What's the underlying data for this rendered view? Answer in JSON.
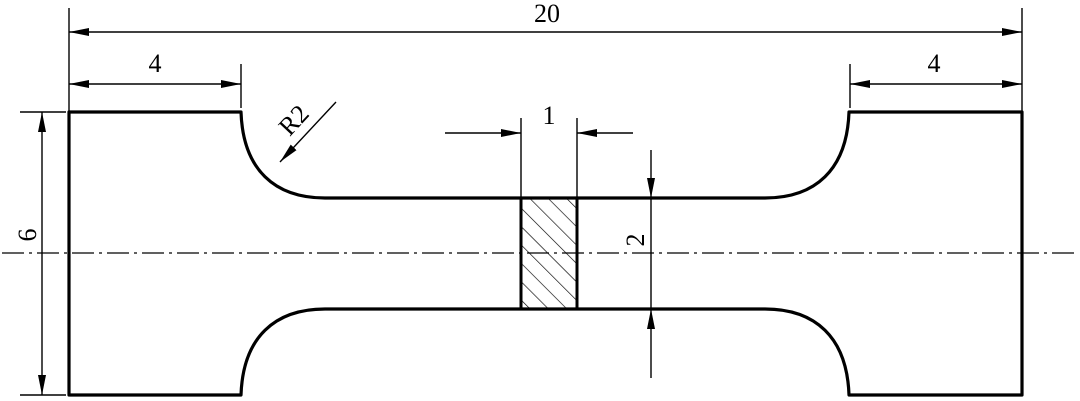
{
  "dimensions": {
    "overall_length": "20",
    "left_grip_length": "4",
    "right_grip_length": "4",
    "height": "6",
    "radius": "R2",
    "section_width": "1",
    "gauge_height": "2"
  }
}
